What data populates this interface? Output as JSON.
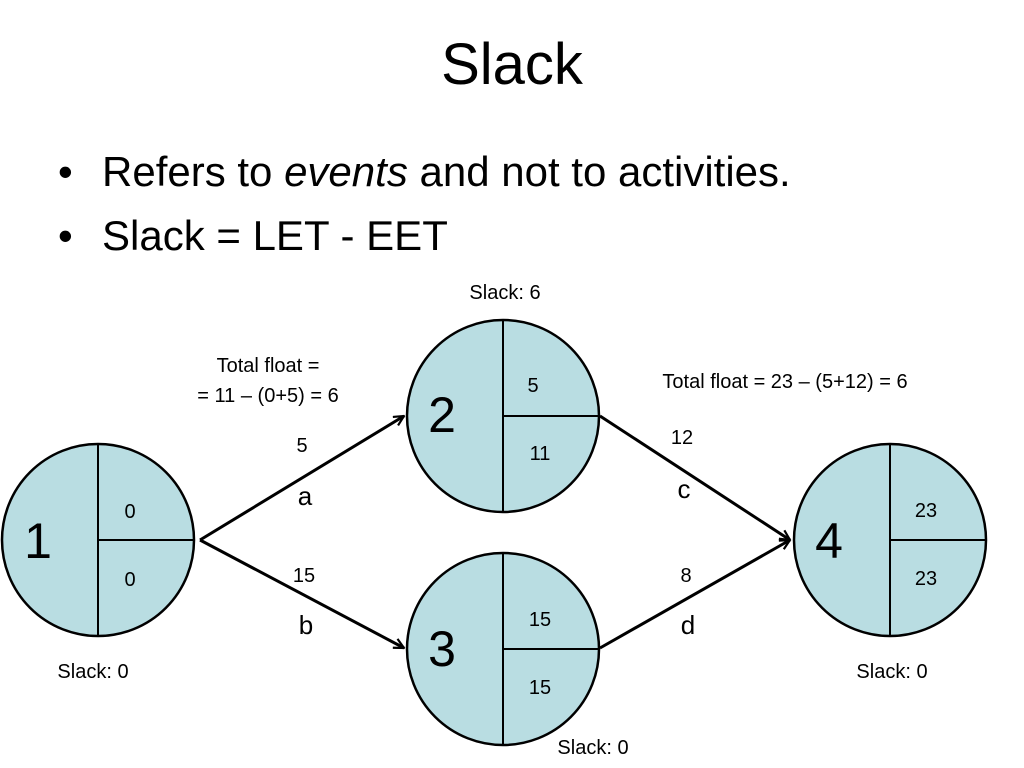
{
  "slide": {
    "title": "Slack",
    "bullet_char": "•",
    "bullet1": {
      "pre": "Refers to ",
      "em": "events",
      "post": " and not to activities."
    },
    "bullet2": "Slack = LET - EET"
  },
  "colors": {
    "node_fill": "#b9dde2",
    "stroke": "#000000"
  },
  "nodes": [
    {
      "id": "1",
      "eet": "0",
      "let": "0",
      "slack": "Slack: 0"
    },
    {
      "id": "2",
      "eet": "5",
      "let": "11",
      "slack": "Slack: 6"
    },
    {
      "id": "3",
      "eet": "15",
      "let": "15",
      "slack": "Slack: 0"
    },
    {
      "id": "4",
      "eet": "23",
      "let": "23",
      "slack": "Slack: 0"
    }
  ],
  "activities": [
    {
      "from": "1",
      "to": "2",
      "name": "a",
      "duration": "5"
    },
    {
      "from": "1",
      "to": "3",
      "name": "b",
      "duration": "15"
    },
    {
      "from": "2",
      "to": "4",
      "name": "c",
      "duration": "12"
    },
    {
      "from": "3",
      "to": "4",
      "name": "d",
      "duration": "8"
    }
  ],
  "annotations": {
    "total_float_a_line1": "Total float =",
    "total_float_a_line2": "= 11 – (0+5) = 6",
    "total_float_c": "Total float = 23 – (5+12) = 6"
  }
}
